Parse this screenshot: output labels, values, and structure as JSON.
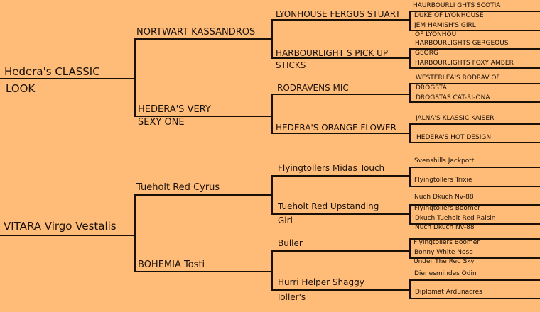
{
  "top": {
    "root": [
      "Hedera's CLASSIC",
      "LOOK"
    ],
    "sire": [
      "NORTWART KASSANDROS"
    ],
    "dam": [
      "HEDERA'S VERY",
      "SEXY ONE"
    ],
    "gen2": [
      "LYONHOUSE FERGUS STUART",
      "HARBOURLIGHT S PICK UP",
      "STICKS",
      "RODRAVENS MIC",
      "HEDERA'S ORANGE FLOWER"
    ],
    "gen3": [
      "HAURBOURLI GHTS SCOTIA",
      "DUKE OF LYONHOUSE",
      "JEM HAMISH'S GIRL",
      "OF LYONHOU",
      "HARBOURLIGHTS GERGEOUS",
      "GEORG",
      "HARBOURLIGHTS FOXY AMBER",
      "WESTERLEA'S RODRAV OF",
      "DROGSTA",
      "DROGSTAS CAT-RI-ONA",
      "JALNA'S KLASSIC KAISER",
      "HEDERA'S HOT DESIGN"
    ]
  },
  "bottom": {
    "root": [
      "VITARA Virgo Vestalis"
    ],
    "sire": [
      "Tueholt Red Cyrus"
    ],
    "dam": [
      "BOHEMIA Tosti"
    ],
    "gen2": [
      "Flyingtollers Midas Touch",
      "Tueholt Red Upstanding",
      "Girl",
      "Buller",
      "Hurri Helper Shaggy",
      "Toller's"
    ],
    "gen3": [
      "Svenshills Jackpott",
      "Flyingtollers Trixie",
      "Nuch Dkuch Nv-88",
      "Flyingtollers Boomer",
      "Dkuch Tueholt Red Raisin",
      "Nuch Dkuch Nv-88",
      "Flyingtollers Boomer",
      "Bonny White Nose",
      "Under The Red Sky",
      "Dienesmindes Odin",
      "Diplomat Ardunacres"
    ]
  }
}
